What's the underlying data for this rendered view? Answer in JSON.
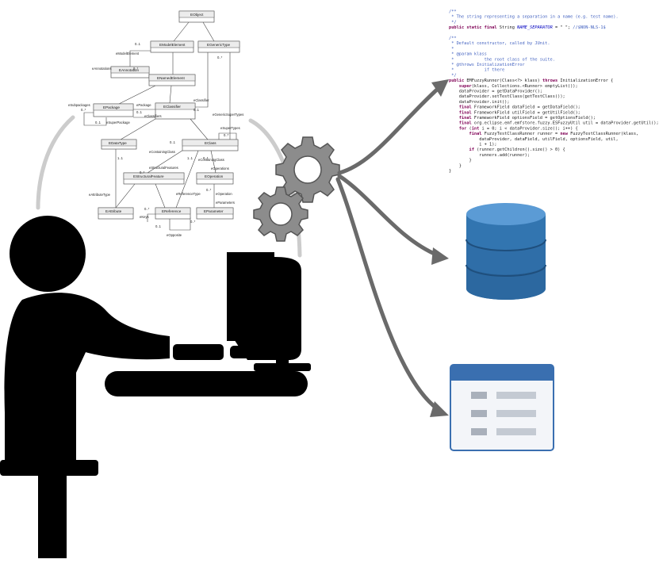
{
  "uml": {
    "classes": [
      {
        "id": "eobject",
        "title": "EObject"
      },
      {
        "id": "emodelelement",
        "title": "EModelElement"
      },
      {
        "id": "egenerictype",
        "title": "EGenericType"
      },
      {
        "id": "eannotation",
        "title": "EAnnotation"
      },
      {
        "id": "enamedelement",
        "title": "ENamedElement"
      },
      {
        "id": "epackage",
        "title": "EPackage"
      },
      {
        "id": "eclassifier",
        "title": "EClassifier"
      },
      {
        "id": "edatatype",
        "title": "EDataType"
      },
      {
        "id": "eclass",
        "title": "EClass"
      },
      {
        "id": "estructuralfeature",
        "title": "EStructuralFeature"
      },
      {
        "id": "eoperation",
        "title": "EOperation"
      },
      {
        "id": "eattribute",
        "title": "EAttribute"
      },
      {
        "id": "ereference",
        "title": "EReference"
      },
      {
        "id": "eparameter",
        "title": "EParameter"
      }
    ],
    "labels": [
      "0..1",
      "eModelElement",
      "eAnnotations",
      "0..*",
      "0..*",
      "eSubpackages",
      "0..*",
      "ePackage",
      "0..1",
      "eClassifiers",
      "eSuperPackage",
      "0..1",
      "eClassifier",
      "0..1",
      "eGenericSuperTypes",
      "eSuperTypes",
      "0..*",
      "0..1",
      "eContainingClass",
      "1..1",
      "eContainingClass",
      "eStructuralFeatures",
      "0..*",
      "eOperations",
      "1..1",
      "0..1",
      "eAttributeType",
      "eReferenceType",
      "0..*",
      "eOperation",
      "eParameters",
      "0..*",
      "eKeys",
      "0..1",
      "eOpposite",
      "0..*"
    ]
  },
  "code": {
    "lines": [
      [
        {
          "t": "/**",
          "c": "comment"
        }
      ],
      [
        {
          "t": " * The string representing a separation in a name (e.g. test name).",
          "c": "comment"
        }
      ],
      [
        {
          "t": " */",
          "c": "comment"
        }
      ],
      [
        {
          "t": "public static final ",
          "c": "keyword"
        },
        {
          "t": "String ",
          "c": "plain"
        },
        {
          "t": "NAME_SEPARATOR",
          "c": "field"
        },
        {
          "t": " = \" \"; ",
          "c": "plain"
        },
        {
          "t": "//$NON-NLS-1$",
          "c": "comment"
        }
      ],
      [
        {
          "t": "",
          "c": "plain"
        }
      ],
      [
        {
          "t": "/**",
          "c": "comment"
        }
      ],
      [
        {
          "t": " * Default constructor, called by JUnit.",
          "c": "comment"
        }
      ],
      [
        {
          "t": " *",
          "c": "comment"
        }
      ],
      [
        {
          "t": " * @param klass",
          "c": "comment"
        }
      ],
      [
        {
          "t": " *            the root class of the suite.",
          "c": "comment"
        }
      ],
      [
        {
          "t": " * @throws InitializationError",
          "c": "comment"
        }
      ],
      [
        {
          "t": " *            if there",
          "c": "comment"
        }
      ],
      [
        {
          "t": " */",
          "c": "comment"
        }
      ],
      [
        {
          "t": "public ",
          "c": "keyword"
        },
        {
          "t": "EMFuzzyRunner(Class<?> klass) ",
          "c": "plain"
        },
        {
          "t": "throws ",
          "c": "keyword"
        },
        {
          "t": "InitializationError {",
          "c": "plain"
        }
      ],
      [
        {
          "t": "    super",
          "c": "keyword"
        },
        {
          "t": "(klass, Collections.<Runner> emptyList());",
          "c": "plain"
        }
      ],
      [
        {
          "t": "    dataProvider = getDataProvider();",
          "c": "plain"
        }
      ],
      [
        {
          "t": "    dataProvider.setTestClass(getTestClass());",
          "c": "plain"
        }
      ],
      [
        {
          "t": "    dataProvider.init();",
          "c": "plain"
        }
      ],
      [
        {
          "t": "    final ",
          "c": "keyword"
        },
        {
          "t": "FrameworkField dataField = getDataField();",
          "c": "plain"
        }
      ],
      [
        {
          "t": "    final ",
          "c": "keyword"
        },
        {
          "t": "FrameworkField utilField = getUtilField();",
          "c": "plain"
        }
      ],
      [
        {
          "t": "    final ",
          "c": "keyword"
        },
        {
          "t": "FrameworkField optionsField = getOptionsField();",
          "c": "plain"
        }
      ],
      [
        {
          "t": "    final ",
          "c": "keyword"
        },
        {
          "t": "org.eclipse.emf.emfstore.fuzzy.ESFuzzyUtil util = dataProvider.getUtil();",
          "c": "plain"
        }
      ],
      [
        {
          "t": "    for ",
          "c": "keyword"
        },
        {
          "t": "(",
          "c": "plain"
        },
        {
          "t": "int ",
          "c": "keyword"
        },
        {
          "t": "i = 0; i < dataProvider.size(); i++) {",
          "c": "plain"
        }
      ],
      [
        {
          "t": "        final ",
          "c": "keyword"
        },
        {
          "t": "FuzzyTestClassRunner runner = ",
          "c": "plain"
        },
        {
          "t": "new ",
          "c": "keyword"
        },
        {
          "t": "FuzzyTestClassRunner(klass,",
          "c": "plain"
        }
      ],
      [
        {
          "t": "            dataProvider, dataField, utilField, optionsField, util,",
          "c": "plain"
        }
      ],
      [
        {
          "t": "            i + 1);",
          "c": "plain"
        }
      ],
      [
        {
          "t": "        if ",
          "c": "keyword"
        },
        {
          "t": "(runner.getChildren().size() > 0) {",
          "c": "plain"
        }
      ],
      [
        {
          "t": "            runners.add(runner);",
          "c": "plain"
        }
      ],
      [
        {
          "t": "        }",
          "c": "plain"
        }
      ],
      [
        {
          "t": "    }",
          "c": "plain"
        }
      ],
      [
        {
          "t": "}",
          "c": "plain"
        }
      ]
    ]
  },
  "icons": {
    "person": "person-at-computer-icon",
    "gears": "gears-icon",
    "database": "database-icon",
    "form": "form-window-icon"
  },
  "colors": {
    "silhouette": "#000000",
    "gear": "#8c8c8c",
    "arrow": "#6a6a6a",
    "database_top": "#5b9bd5",
    "database_body": "#2e6ea5",
    "window_header": "#3a6fb0",
    "window_body": "#f3f5f9"
  }
}
